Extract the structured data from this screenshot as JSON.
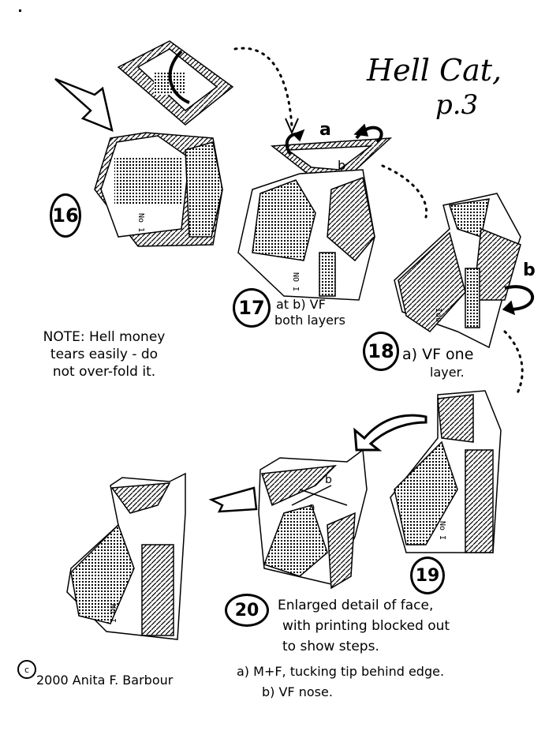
{
  "title": {
    "line1": "Hell Cat,",
    "line2": "p.3"
  },
  "note": {
    "line1": "NOTE: Hell money",
    "line2": "tears easily - do",
    "line3": "not over-fold it."
  },
  "steps": [
    {
      "number": "16",
      "caption": []
    },
    {
      "number": "17",
      "caption": [
        "at b) VF",
        "both layers"
      ],
      "labels": [
        "a",
        "b"
      ]
    },
    {
      "number": "18",
      "caption": [
        "a) VF one",
        "layer."
      ],
      "labels": [
        "b"
      ]
    },
    {
      "number": "19",
      "caption": []
    },
    {
      "number": "20",
      "caption": [
        "Enlarged detail of face,",
        "with printing blocked out",
        "to show steps.",
        "a) M+F, tucking tip behind edge.",
        "b) VF nose."
      ],
      "labels": [
        "a",
        "b"
      ]
    }
  ],
  "copyright": {
    "symbol": "c",
    "text": "2000  Anita F. Barbour"
  },
  "colors": {
    "ink": "#000000",
    "paper": "#ffffff"
  }
}
